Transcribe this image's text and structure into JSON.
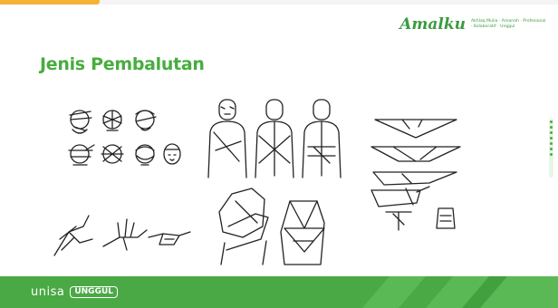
{
  "slide": {
    "title": "Jenis Pembalutan",
    "brand": {
      "name": "Amalku",
      "tagline": "Akhlaq Mulia · Amanah · Profesional · Kolaboratif · Unggul"
    },
    "footer": {
      "logo_text": "unisa",
      "logo_badge": "UNGGUL"
    },
    "illustrations": [
      {
        "icon": "head-bandage-illustration"
      },
      {
        "icon": "shoulder-chest-bandage-illustration"
      },
      {
        "icon": "triangular-bandage-folding-illustration"
      },
      {
        "icon": "hand-bandage-illustration"
      },
      {
        "icon": "arm-sling-illustration"
      }
    ],
    "colors": {
      "accent_green": "#47ad3f",
      "footer_green": "#4aa944",
      "accent_orange": "#f5b335"
    }
  }
}
